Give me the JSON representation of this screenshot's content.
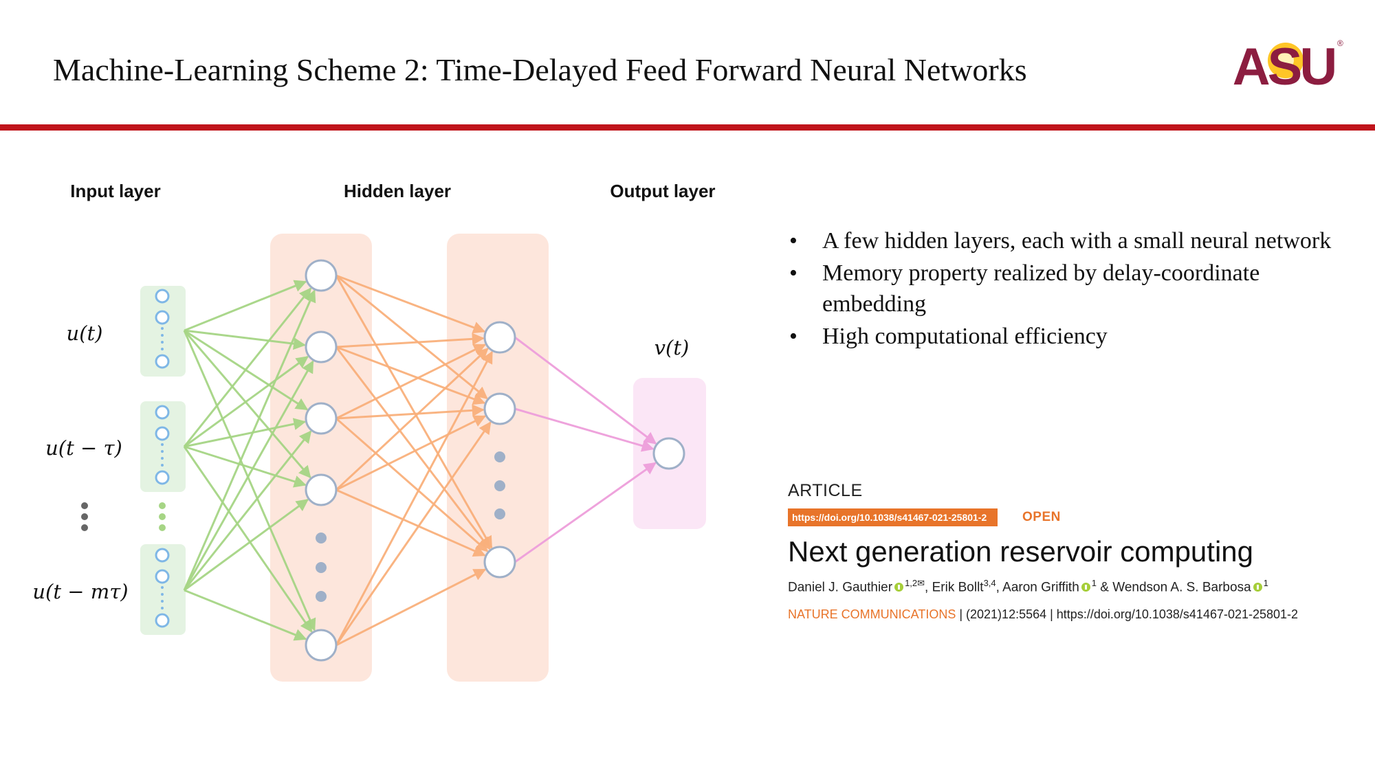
{
  "slide": {
    "title": "Machine-Learning Scheme 2: Time-Delayed Feed Forward Neural Networks",
    "logo_text": "ASU",
    "logo_mark": "®"
  },
  "diagram": {
    "headers": {
      "input": "Input layer",
      "hidden": "Hidden layer",
      "output": "Output layer"
    },
    "input_labels": [
      "u(t)",
      "u(t − τ)",
      "u(t − mτ)"
    ],
    "output_label": "v(t)"
  },
  "bullets": [
    "A few hidden layers, each with a small neural network",
    "Memory property realized by delay-coordinate embedding",
    "High computational efficiency"
  ],
  "article": {
    "kind": "ARTICLE",
    "doi_badge": "https://doi.org/10.1038/s41467-021-25801-2",
    "open_label": "OPEN",
    "title": "Next generation reservoir computing",
    "authors": [
      {
        "name": "Daniel J. Gauthier",
        "sup": "1,2✉"
      },
      {
        "name": "Erik Bollt",
        "sup": "3,4"
      },
      {
        "name": "Aaron Griffith",
        "sup": "1"
      },
      {
        "name": "Wendson A. S. Barbosa",
        "sup": "1"
      }
    ],
    "separators": {
      "comma": ",",
      "amp": "&"
    },
    "journal": "NATURE COMMUNICATIONS",
    "citation": "| (2021)12:5564 | https://doi.org/10.1038/s41467-021-25801-2"
  },
  "colors": {
    "brand_maroon": "#8c1d40",
    "brand_gold": "#ffc627",
    "rule_red": "#c0141b",
    "input_edge": "#a6d585",
    "hidden_edge": "#f9b07c",
    "output_edge": "#ee9fdb",
    "neuron_stroke": "#9fb0c8",
    "input_node": "#7fb7e6",
    "input_bg": "#e4f3e2",
    "hidden_bg": "#fde6dc",
    "output_bg": "#fbe6f6",
    "accent_orange": "#e8742a"
  }
}
